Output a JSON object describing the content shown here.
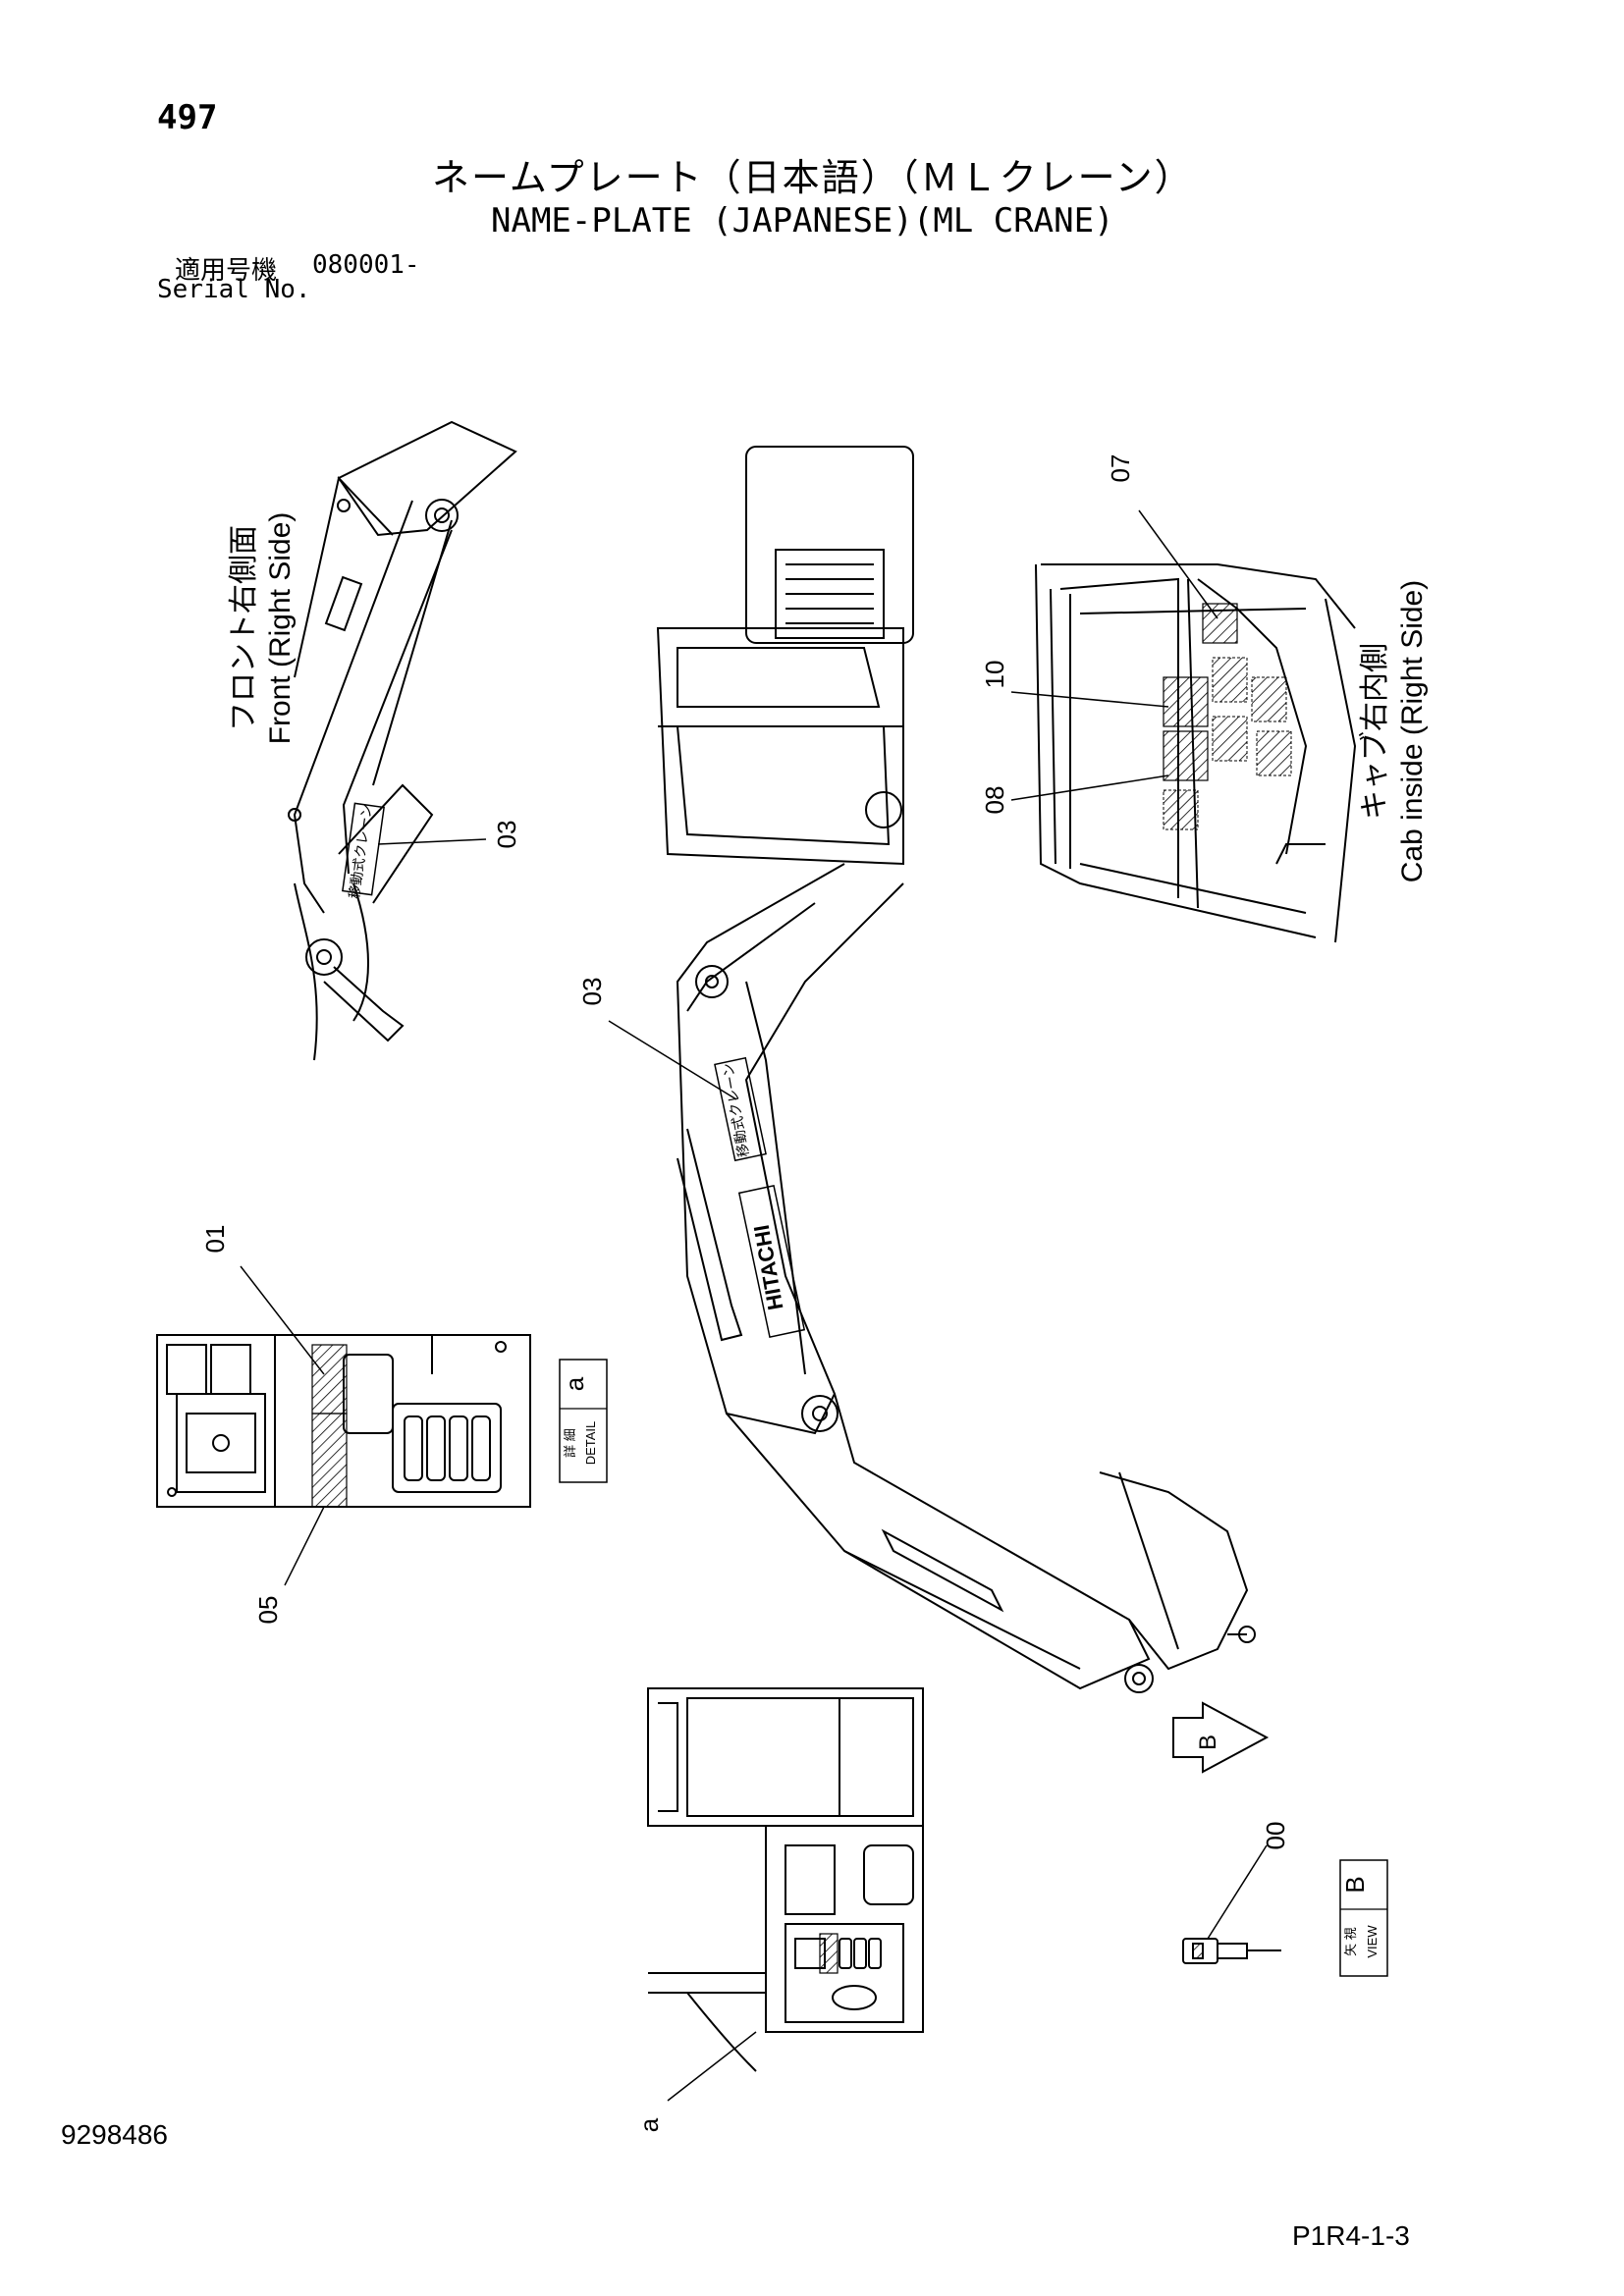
{
  "header": {
    "page_number": "497",
    "title_jp": "ネームプレート（日本語）（ＭＬクレーン）",
    "title_en": "NAME-PLATE (JAPANESE)(ML CRANE)",
    "serial_label_jp": "適用号機",
    "serial_value": "080001-",
    "serial_label_en": "Serial No."
  },
  "views": {
    "front_right_jp": "フロント右側面",
    "front_right_en": "Front (Right Side)",
    "cab_inside_jp": "キャブ右内側",
    "cab_inside_en": "Cab inside (Right Side)",
    "detail_jp": "詳 細",
    "detail_en": "DETAIL",
    "detail_letter": "a",
    "view_jp": "矢 視",
    "view_en": "VIEW",
    "view_letter": "B",
    "arrow_letter": "B"
  },
  "callouts": {
    "c03_front": "03",
    "c03_boom": "03",
    "c07": "07",
    "c10": "10",
    "c08": "08",
    "c01": "01",
    "c05": "05",
    "c00": "00",
    "a": "a"
  },
  "markings": {
    "brand": "HITACHI",
    "decal_jp": "移動式クレーン"
  },
  "footer": {
    "drawing_number": "9298486",
    "figure_code": "P1R4-1-3"
  }
}
